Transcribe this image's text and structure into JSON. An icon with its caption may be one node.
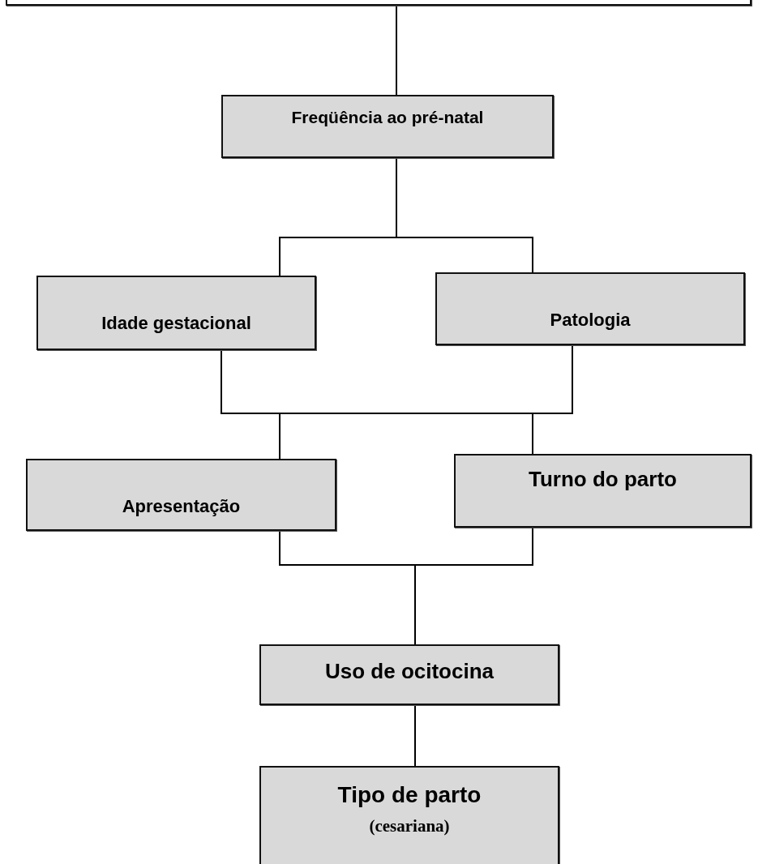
{
  "diagram": {
    "nodes": [
      {
        "text": [],
        "shape": "box"
      },
      {
        "text": [
          "Freqüência ao pré-natal"
        ]
      },
      {
        "text": [
          "Idade gestacional"
        ]
      },
      {
        "text": [
          "Patologia"
        ]
      },
      {
        "text": [
          "Apresentação"
        ]
      },
      {
        "text": [
          "Turno do parto"
        ]
      },
      {
        "text": [
          "Uso de ocitocina"
        ]
      },
      {
        "text": [
          "Tipo de parto",
          "(cesariana)"
        ]
      }
    ],
    "edges": [
      {
        "from": 0,
        "to": 1,
        "arrow": "none"
      },
      {
        "from": 1,
        "to": 2,
        "arrow": "none"
      },
      {
        "from": 1,
        "to": 3,
        "arrow": "none"
      },
      {
        "from": 2,
        "to": 4,
        "arrow": "none"
      },
      {
        "from": 2,
        "to": 5,
        "arrow": "none"
      },
      {
        "from": 3,
        "to": 4,
        "arrow": "none"
      },
      {
        "from": 3,
        "to": 5,
        "arrow": "none"
      },
      {
        "from": 4,
        "to": 6,
        "arrow": "none"
      },
      {
        "from": 5,
        "to": 6,
        "arrow": "none"
      },
      {
        "from": 6,
        "to": 7,
        "arrow": "none"
      }
    ]
  }
}
